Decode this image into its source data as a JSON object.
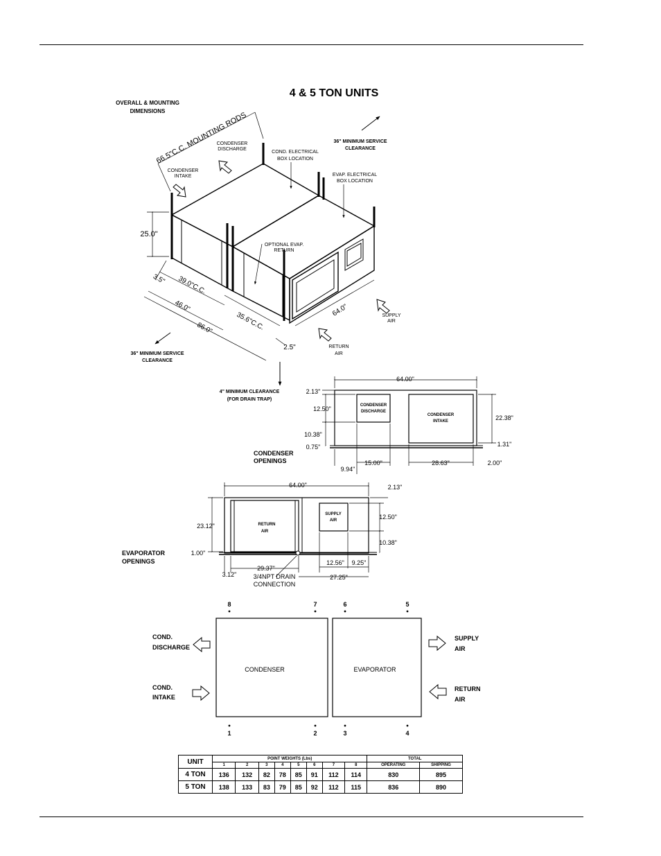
{
  "title": "4 & 5 TON UNITS",
  "overall": {
    "heading_line1": "OVERALL & MOUNTING",
    "heading_line2": "DIMENSIONS",
    "mounting_rods": "66.5\"C.C. MOUNTING RODS",
    "condenser_discharge_1": "CONDENSER",
    "condenser_discharge_2": "DISCHARGE",
    "condenser_intake_1": "CONDENSER",
    "condenser_intake_2": "INTAKE",
    "cond_electrical_1": "COND. ELECTRICAL",
    "cond_electrical_2": "BOX LOCATION",
    "evap_electrical_1": "EVAP. ELECTRICAL",
    "evap_electrical_2": "BOX LOCATION",
    "service_top_1": "36\" MINIMUM SERVICE",
    "service_top_2": "CLEARANCE",
    "optional_return_1": "OPTIONAL EVAP.",
    "optional_return_2": "RETURN",
    "height": "25.0\"",
    "dim_35": "3.5\"",
    "dim_39": "39.0\"C.C.",
    "dim_46": "46.0\"",
    "dim_86": "86.0\"",
    "dim_356": "35.6\"C.C.",
    "dim_25": "2.5\"",
    "dim_64": "64.0\"",
    "supply_air_1": "SUPPLY",
    "supply_air_2": "AIR",
    "return_air_1": "RETURN",
    "return_air_2": "AIR",
    "service_bottom_1": "36\" MINIMUM SERVICE",
    "service_bottom_2": "CLEARANCE",
    "drain_1": "4\" MINIMUM CLEARANCE",
    "drain_2": "(FOR DRAIN TRAP)"
  },
  "condenser_openings": {
    "label_1": "CONDENSER",
    "label_2": "OPENINGS",
    "width": "64.00\"",
    "d_213": "2.13\"",
    "d_1250": "12.50\"",
    "d_1038": "10.38\"",
    "d_075": "0.75\"",
    "d_2238": "22.38\"",
    "d_131": "1.31\"",
    "d_994": "9.94\"",
    "d_1500": "15.00\"",
    "d_2863": "28.63\"",
    "d_200": "2.00\"",
    "discharge_1": "CONDENSER",
    "discharge_2": "DISCHARGE",
    "intake_1": "CONDENSER",
    "intake_2": "INTAKE"
  },
  "evaporator_openings": {
    "label_1": "EVAPORATOR",
    "label_2": "OPENINGS",
    "width": "64.00\"",
    "d_213": "2.13\"",
    "d_2312": "23.12\"",
    "d_1250": "12.50\"",
    "d_1038": "10.38\"",
    "d_100": "1.00\"",
    "d_312": "3.12\"",
    "d_2937": "29.37\"",
    "d_1256": "12.56\"",
    "d_925": "9.25\"",
    "d_2725": "27.25\"",
    "return_1": "RETURN",
    "return_2": "AIR",
    "supply_1": "SUPPLY",
    "supply_2": "AIR",
    "drain_1": "3/4NPT DRAIN",
    "drain_2": "CONNECTION"
  },
  "plan": {
    "condenser": "CONDENSER",
    "evaporator": "EVAPORATOR",
    "cond_discharge_1": "COND.",
    "cond_discharge_2": "DISCHARGE",
    "cond_intake_1": "COND.",
    "cond_intake_2": "INTAKE",
    "supply_1": "SUPPLY",
    "supply_2": "AIR",
    "return_1": "RETURN",
    "return_2": "AIR",
    "points": [
      "1",
      "2",
      "3",
      "4",
      "5",
      "6",
      "7",
      "8"
    ]
  },
  "weights": {
    "unit_header": "UNIT",
    "point_header": "POINT WEIGHTS (Lbs)",
    "total_header": "TOTAL",
    "operating": "OPERATING",
    "shipping": "SHIPPING",
    "points": [
      "1",
      "2",
      "3",
      "4",
      "5",
      "6",
      "7",
      "8"
    ],
    "rows": [
      {
        "unit": "4 TON",
        "values": [
          "136",
          "132",
          "82",
          "78",
          "85",
          "91",
          "112",
          "114"
        ],
        "operating": "830",
        "shipping": "895"
      },
      {
        "unit": "5 TON",
        "values": [
          "138",
          "133",
          "83",
          "79",
          "85",
          "92",
          "112",
          "115"
        ],
        "operating": "836",
        "shipping": "890"
      }
    ]
  }
}
